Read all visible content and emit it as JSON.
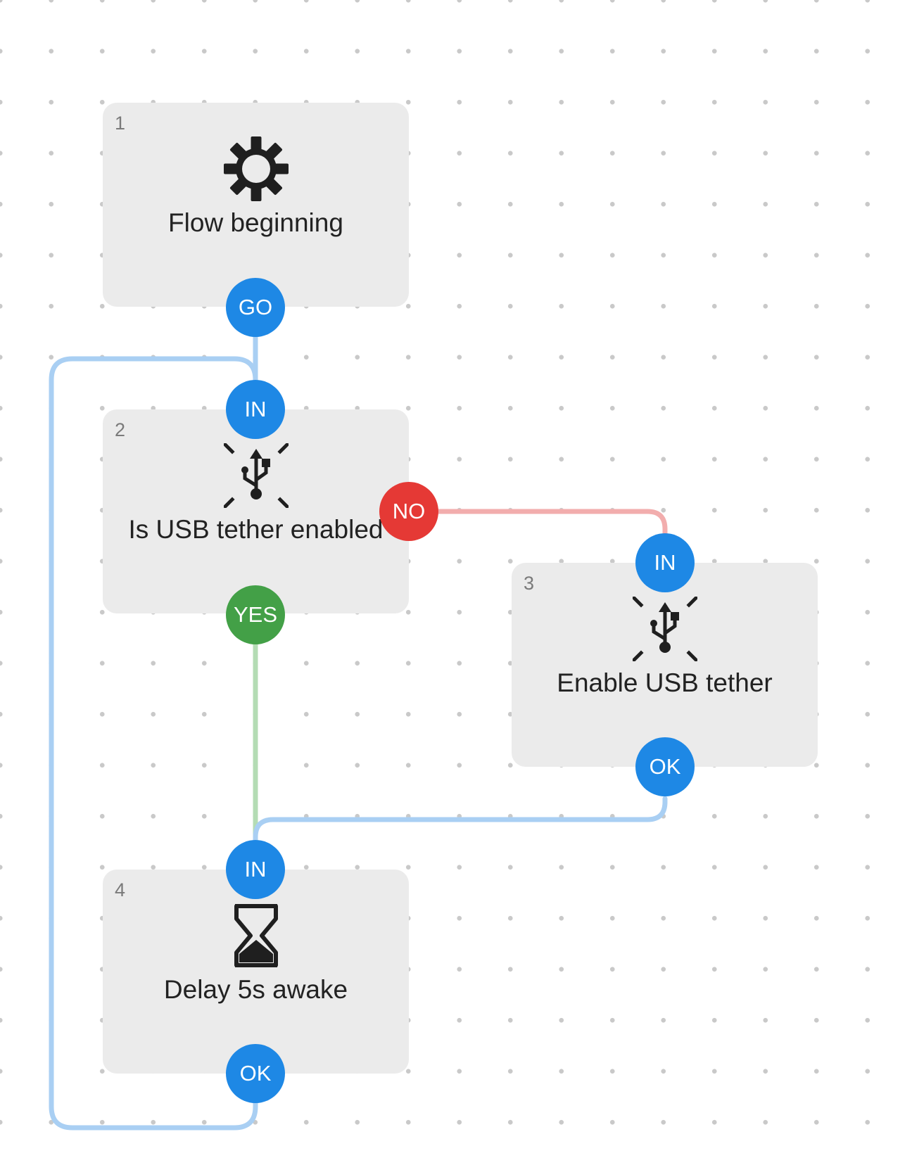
{
  "colors": {
    "port_default": "#1e88e5",
    "port_no": "#e53935",
    "port_yes": "#43a047",
    "wire_default": "#a9cff3",
    "wire_no": "#f2adad",
    "wire_yes": "#b4dcb4",
    "node_background": "#ebebeb"
  },
  "nodes": [
    {
      "number": "1",
      "icon": "gear-icon",
      "label": "Flow beginning",
      "ports": {
        "out": "GO"
      }
    },
    {
      "number": "2",
      "icon": "usb-icon",
      "label": "Is USB tether enabled",
      "ports": {
        "in": "IN",
        "no": "NO",
        "yes": "YES"
      }
    },
    {
      "number": "3",
      "icon": "usb-icon",
      "label": "Enable USB tether",
      "ports": {
        "in": "IN",
        "ok": "OK"
      }
    },
    {
      "number": "4",
      "icon": "hourglass-icon",
      "label": "Delay 5s awake",
      "ports": {
        "in": "IN",
        "ok": "OK"
      }
    }
  ],
  "connections": [
    {
      "from": "1.GO",
      "to": "2.IN"
    },
    {
      "from": "2.NO",
      "to": "3.IN"
    },
    {
      "from": "2.YES",
      "to": "4.IN"
    },
    {
      "from": "3.OK",
      "to": "4.IN"
    },
    {
      "from": "4.OK",
      "to": "2.IN"
    }
  ]
}
